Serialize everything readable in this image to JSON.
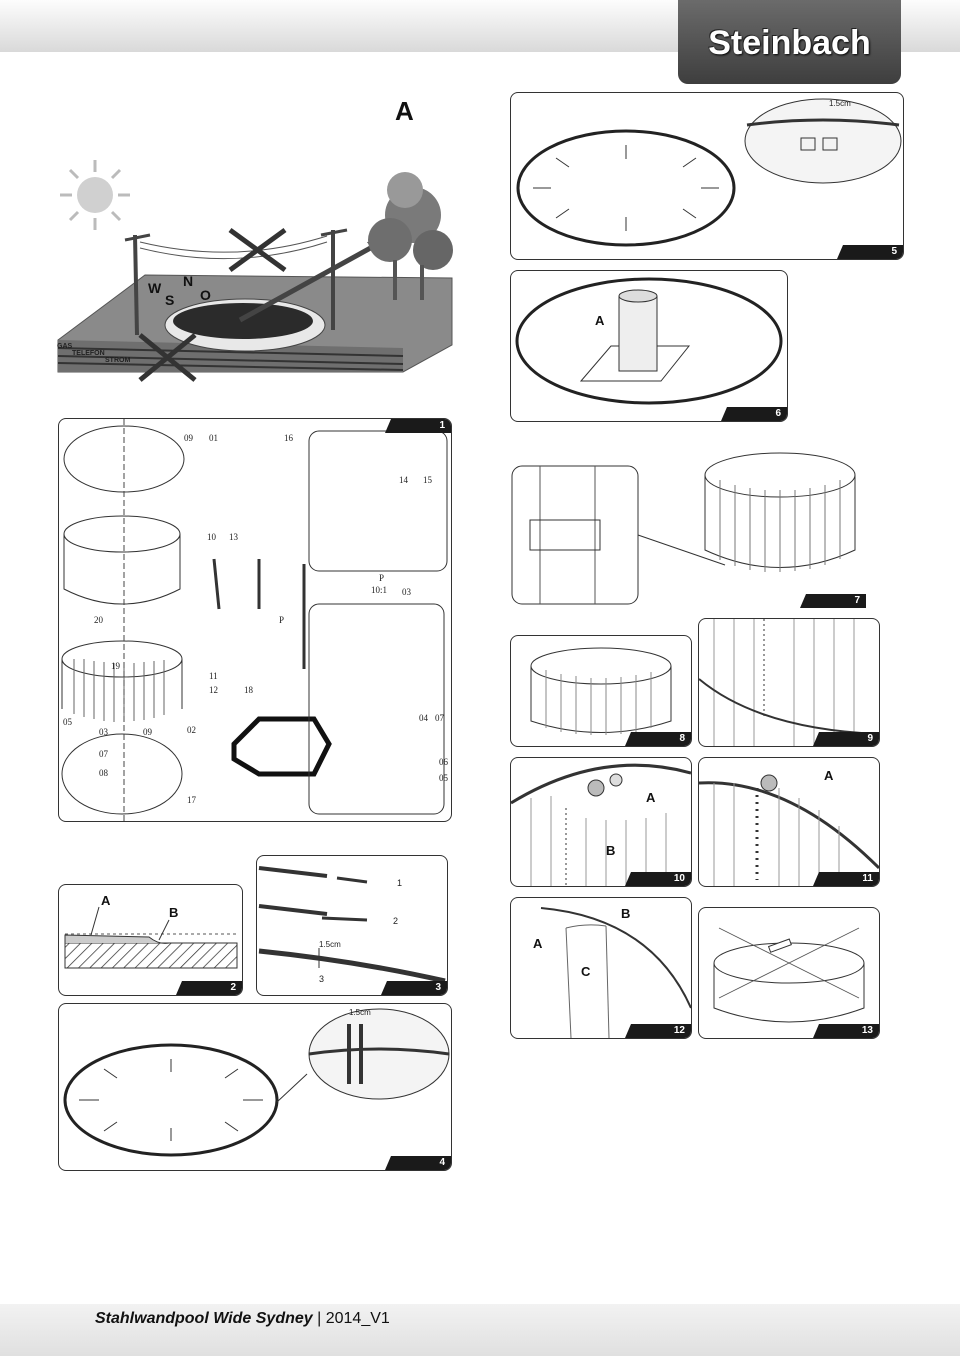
{
  "brand": "Steinbach",
  "footer": {
    "title": "Stahlwandpool Wide Sydney",
    "sep": "|",
    "version": "2014_V1"
  },
  "scene": {
    "label": "A",
    "compass": [
      "N",
      "O",
      "S",
      "W"
    ],
    "ground_labels": [
      "GAS",
      "TELEFON",
      "STROM"
    ]
  },
  "panels": {
    "p1": {
      "tag": "1",
      "parts": [
        "09",
        "01",
        "16",
        "14",
        "15",
        "10",
        "13",
        "P",
        "10:1",
        "03",
        "20",
        "P",
        "19",
        "11",
        "12",
        "18",
        "05",
        "04",
        "07",
        "03",
        "09",
        "02",
        "07",
        "08",
        "06",
        "05",
        "17"
      ]
    },
    "p2": {
      "tag": "2",
      "labels": [
        "A",
        "B"
      ]
    },
    "p3": {
      "tag": "3",
      "steps": [
        "1",
        "2",
        "3"
      ],
      "measure": "1.5cm"
    },
    "p4": {
      "tag": "4",
      "measure": "1.5cm"
    },
    "p5": {
      "tag": "5",
      "measure": "1.5cm"
    },
    "p6": {
      "tag": "6",
      "label": "A"
    },
    "p7": {
      "tag": "7"
    },
    "p8": {
      "tag": "8"
    },
    "p9": {
      "tag": "9"
    },
    "p10": {
      "tag": "10",
      "labels": [
        "A",
        "B"
      ]
    },
    "p11": {
      "tag": "11",
      "labels": [
        "A"
      ]
    },
    "p12": {
      "tag": "12",
      "labels": [
        "A",
        "B",
        "C"
      ]
    },
    "p13": {
      "tag": "13"
    }
  }
}
